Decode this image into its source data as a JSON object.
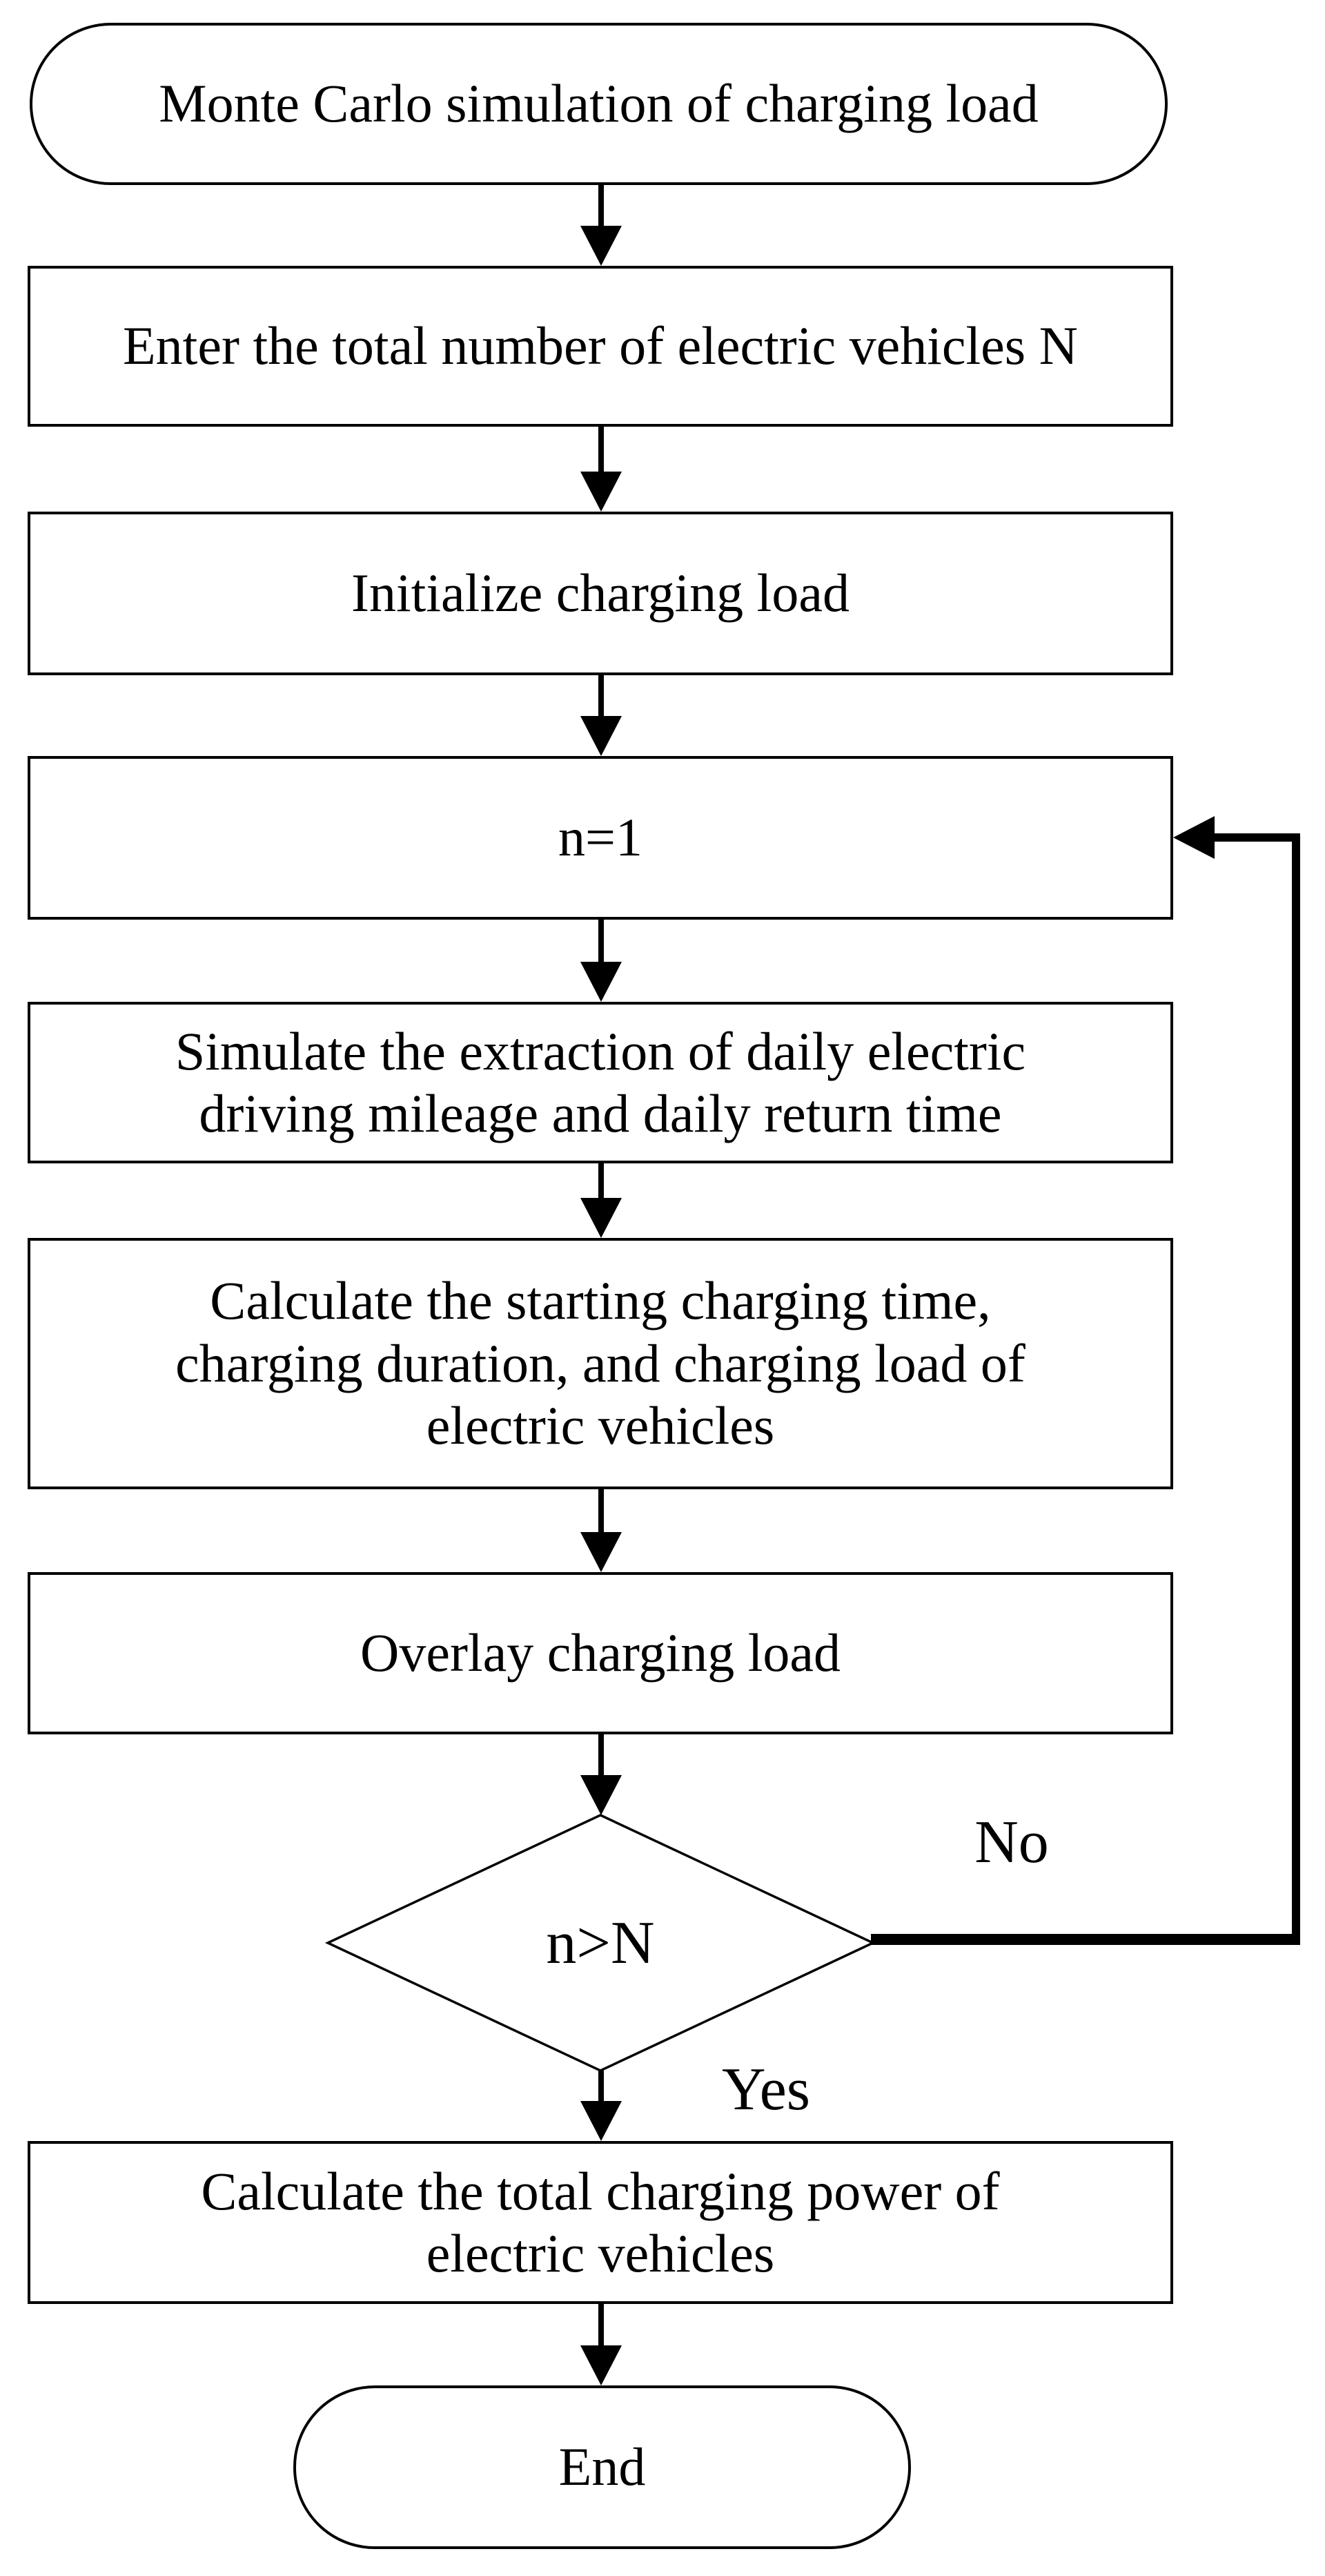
{
  "flowchart": {
    "colors": {
      "line": "#000000",
      "background": "#ffffff"
    },
    "nodes": {
      "start": {
        "type": "terminator",
        "label": "Monte Carlo simulation of charging load"
      },
      "enter_n": {
        "type": "process",
        "label": "Enter the total number of electric vehicles N"
      },
      "initialize": {
        "type": "process",
        "label": "Initialize charging load"
      },
      "n_equals_1": {
        "type": "process",
        "label": "n=1"
      },
      "simulate": {
        "type": "process",
        "label": "Simulate the extraction of daily electric\ndriving mileage and daily return time"
      },
      "calc_start": {
        "type": "process",
        "label": "Calculate the starting charging time,\ncharging duration, and charging load of\nelectric vehicles"
      },
      "overlay": {
        "type": "process",
        "label": "Overlay charging load"
      },
      "decision": {
        "type": "decision",
        "label": "n>N"
      },
      "calc_total": {
        "type": "process",
        "label": "Calculate the total charging power of\nelectric vehicles"
      },
      "end": {
        "type": "terminator",
        "label": "End"
      }
    },
    "edge_labels": {
      "no": "No",
      "yes": "Yes"
    }
  }
}
